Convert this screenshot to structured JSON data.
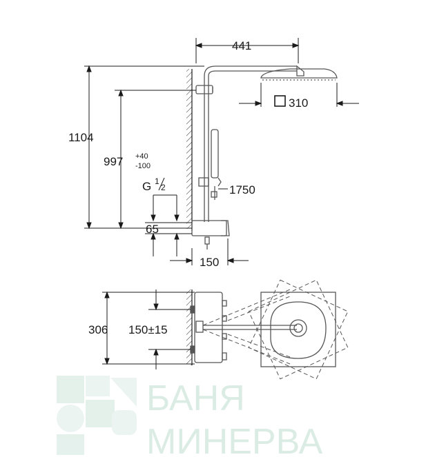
{
  "dimensions": {
    "width_top": "441",
    "head_size_symbol": "□",
    "head_size": "310",
    "total_height": "1104",
    "outlet_height": "997",
    "outlet_tol_plus": "+40",
    "outlet_tol_minus": "-100",
    "thread_label": "G",
    "thread_num": "1",
    "thread_den": "2",
    "hose_length": "1750",
    "inlet_offset": "65",
    "thermostat_depth": "150",
    "bottom_height": "306",
    "centres": "150±15"
  },
  "watermark": {
    "line1": "БАНЯ",
    "line2": "МИНЕРВА",
    "color": "#cfe6dc"
  },
  "colors": {
    "line": "#1a1a1a",
    "fixture": "#555555"
  }
}
